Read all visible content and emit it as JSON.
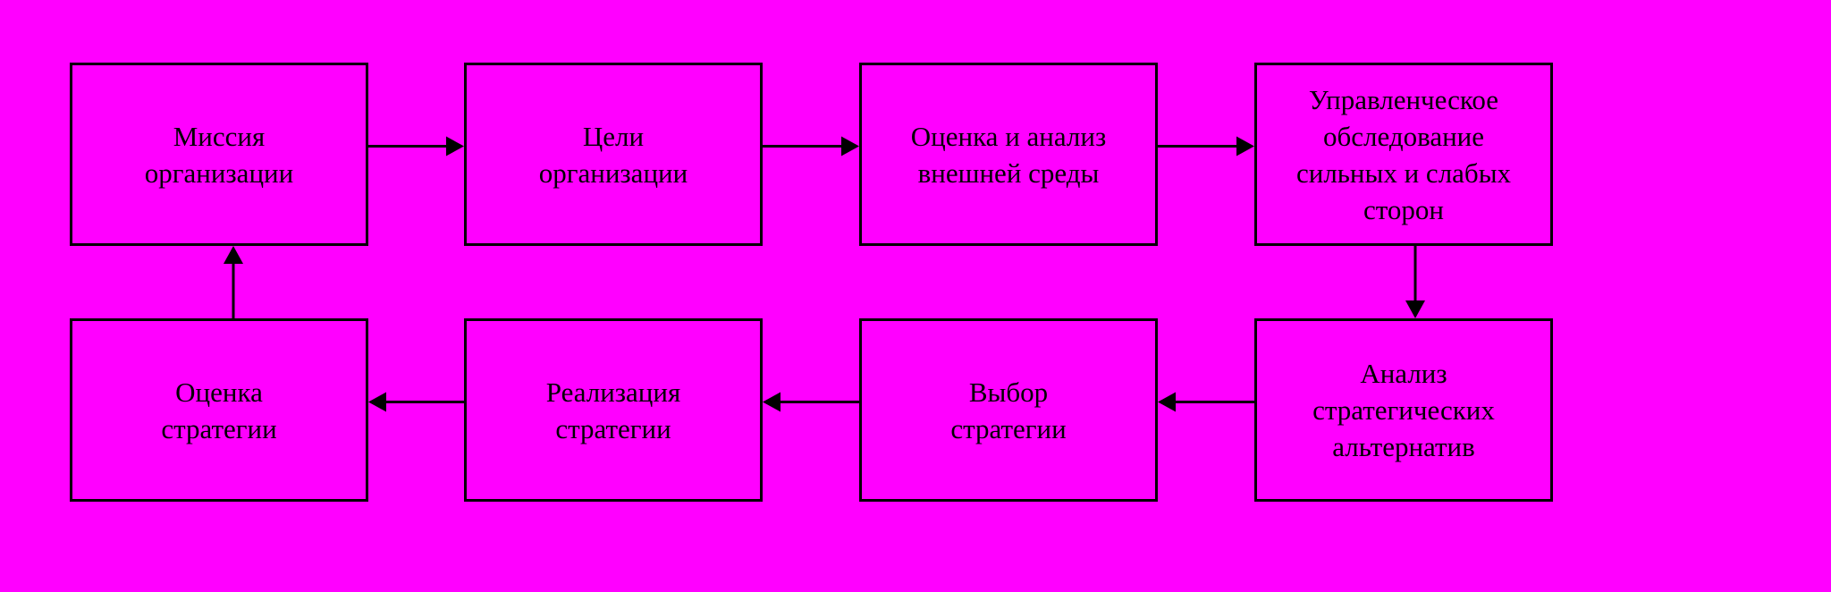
{
  "colors": {
    "background": "#FF00FF",
    "stroke": "#000000"
  },
  "nodes": [
    {
      "id": "mission",
      "label": "Миссия\nорганизации"
    },
    {
      "id": "goals",
      "label": "Цели\nорганизации"
    },
    {
      "id": "environment",
      "label": "Оценка и анализ\nвнешней среды"
    },
    {
      "id": "survey",
      "label": "Управленческое\nобследование\nсильных и слабых\nсторон"
    },
    {
      "id": "alternatives",
      "label": "Анализ\nстратегических\nальтернатив"
    },
    {
      "id": "choice",
      "label": "Выбор\nстратегии"
    },
    {
      "id": "implementation",
      "label": "Реализация\nстратегии"
    },
    {
      "id": "evaluation",
      "label": "Оценка\nстратегии"
    }
  ],
  "edges": [
    {
      "from": "mission",
      "to": "goals"
    },
    {
      "from": "goals",
      "to": "environment"
    },
    {
      "from": "environment",
      "to": "survey"
    },
    {
      "from": "survey",
      "to": "alternatives"
    },
    {
      "from": "alternatives",
      "to": "choice"
    },
    {
      "from": "choice",
      "to": "implementation"
    },
    {
      "from": "implementation",
      "to": "evaluation"
    },
    {
      "from": "evaluation",
      "to": "mission"
    }
  ]
}
